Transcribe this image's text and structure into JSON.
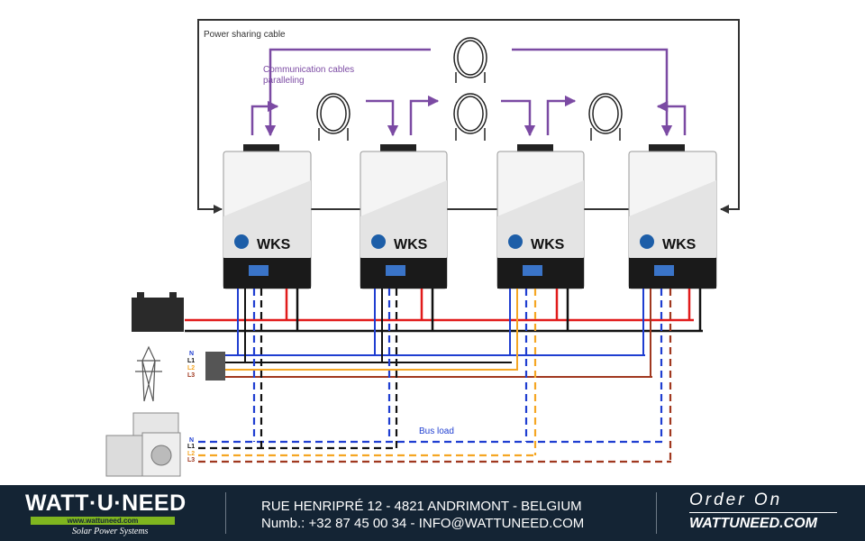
{
  "diagram": {
    "power_sharing_label": "Power sharing cable",
    "comm_label_line1": "Communication cables",
    "comm_label_line2": "paralleling",
    "bus_load_label": "Bus load",
    "inverter_model": "WKS",
    "grid_labels": [
      "N",
      "L1",
      "L2",
      "L3"
    ],
    "load_labels": [
      "N",
      "L1",
      "L2",
      "L3"
    ],
    "colors": {
      "purple": "#7b4aa3",
      "neutral": "#1f3ed1",
      "l1": "#111111",
      "l2": "#f5a623",
      "l3": "#a0381f",
      "battery_pos": "#e11b1b",
      "battery_neg": "#111111"
    }
  },
  "footer": {
    "brand": "WATT·U·NEED",
    "brand_url": "www.wattuneed.com",
    "tagline": "Solar Power Systems",
    "address": "RUE HENRIPRÉ 12 - 4821 ANDRIMONT - BELGIUM",
    "contact": "Numb.: +32 87 45 00 34 - INFO@WATTUNEED.COM",
    "order_on": "Order On",
    "website": "WATTUNEED.COM"
  }
}
